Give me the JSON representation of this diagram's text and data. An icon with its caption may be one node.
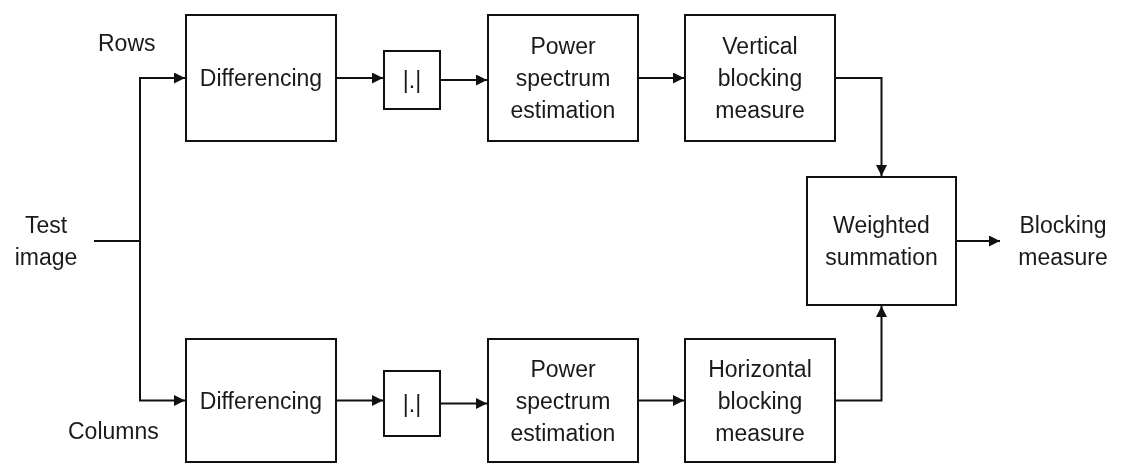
{
  "diagram": {
    "nodes": [
      {
        "text": [
          "Test image"
        ]
      },
      {
        "text": [
          "Differencing"
        ]
      },
      {
        "text": [
          "|.|"
        ]
      },
      {
        "text": [
          "Power spectrum estimation"
        ]
      },
      {
        "text": [
          "Vertical blocking measure"
        ]
      },
      {
        "text": [
          "Weighted summation"
        ]
      },
      {
        "text": [
          "Blocking measure"
        ]
      },
      {
        "text": [
          "Differencing"
        ]
      },
      {
        "text": [
          "|.|"
        ]
      },
      {
        "text": [
          "Power spectrum estimation"
        ]
      },
      {
        "text": [
          "Horizontal blocking measure"
        ]
      }
    ],
    "edges": [
      {
        "from": 0,
        "to": 1,
        "arrow": "to"
      },
      {
        "from": 0,
        "to": 7,
        "arrow": "to"
      },
      {
        "from": 1,
        "to": 2,
        "arrow": "to"
      },
      {
        "from": 2,
        "to": 3,
        "arrow": "to"
      },
      {
        "from": 3,
        "to": 4,
        "arrow": "to"
      },
      {
        "from": 4,
        "to": 5,
        "arrow": "to"
      },
      {
        "from": 5,
        "to": 6,
        "arrow": "to"
      },
      {
        "from": 7,
        "to": 8,
        "arrow": "to"
      },
      {
        "from": 8,
        "to": 9,
        "arrow": "to"
      },
      {
        "from": 9,
        "to": 10,
        "arrow": "to"
      },
      {
        "from": 10,
        "to": 5,
        "arrow": "to"
      }
    ],
    "labels": [
      "Rows",
      "Columns"
    ]
  }
}
